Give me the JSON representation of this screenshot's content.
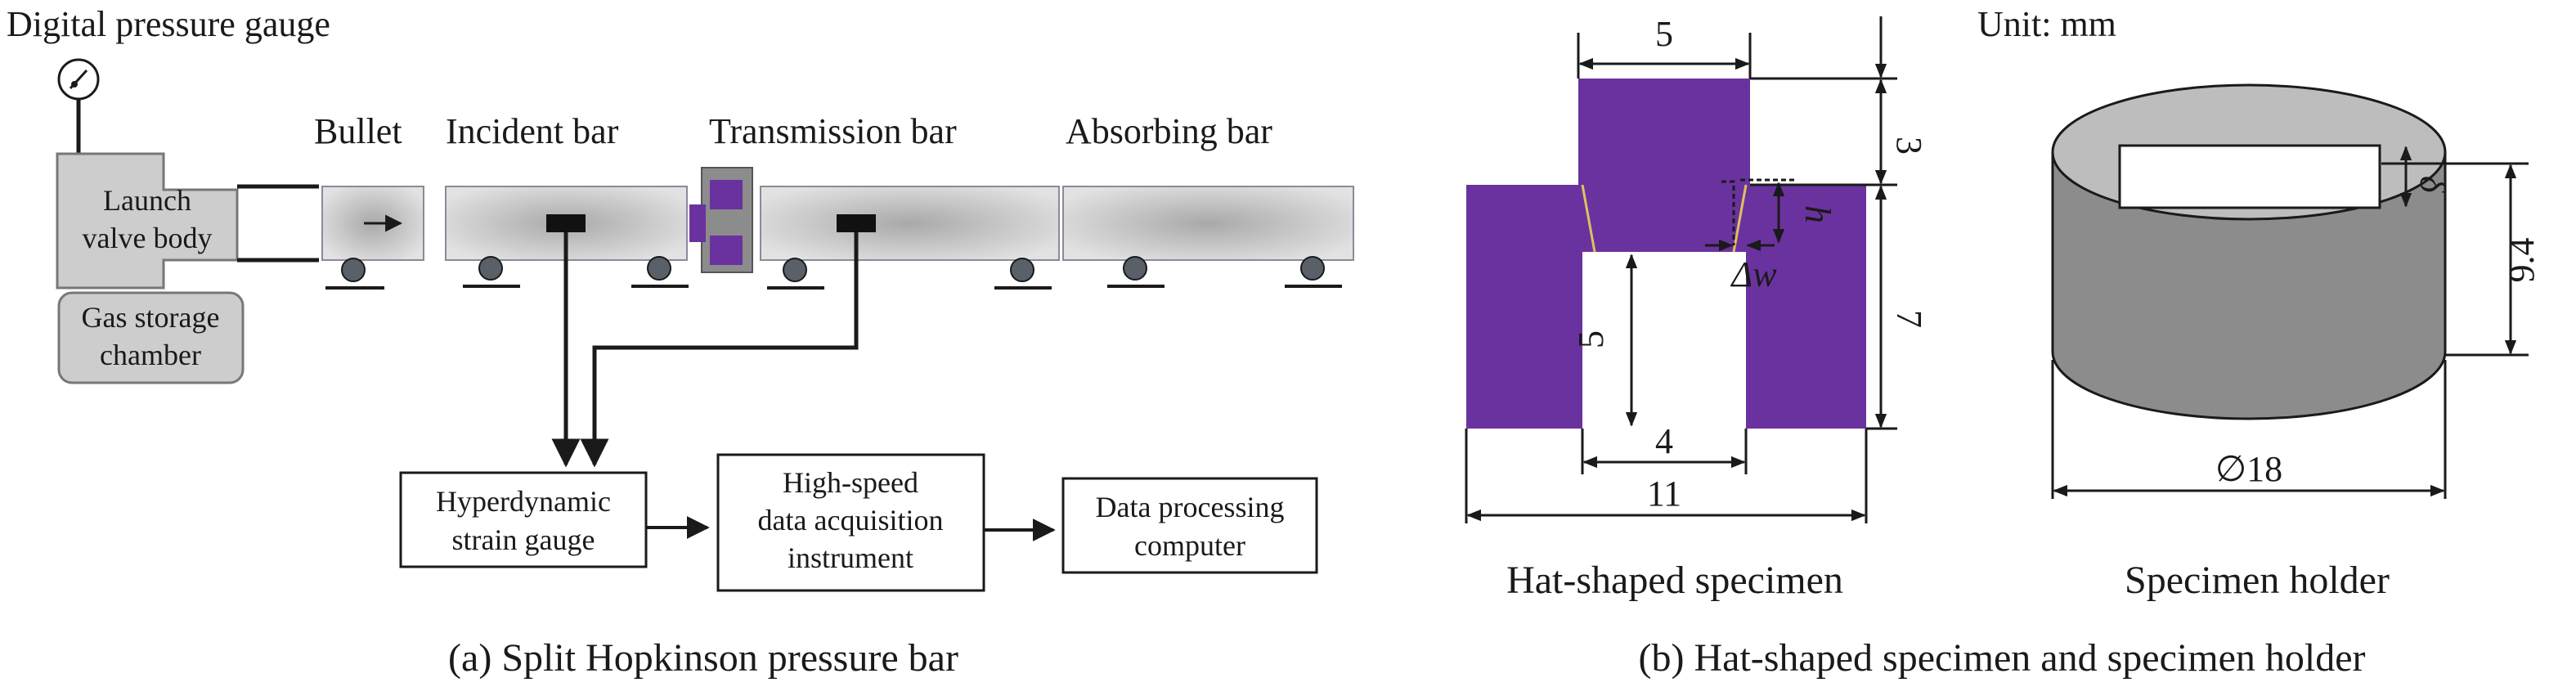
{
  "colors": {
    "specimen": "#6a329f",
    "bar_fill": "#d0d0d0",
    "bar_center": "#a9a9a9",
    "holder": "#8c8c8c",
    "holder_top": "#bdbdbd",
    "line": "#1a1a1a",
    "shear_zone": "#e0c060"
  },
  "shpb": {
    "title": "Digital pressure gauge",
    "launch_valve": [
      "Launch",
      "valve body"
    ],
    "gas_chamber": [
      "Gas storage",
      "chamber"
    ],
    "bullet": "Bullet",
    "incident_bar": "Incident bar",
    "transmission_bar": "Transmission bar",
    "absorbing_bar": "Absorbing bar",
    "strain_gauge_box": [
      "Hyperdynamic",
      "strain gauge"
    ],
    "acquisition_box": [
      "High-speed",
      "data acquisition",
      "instrument"
    ],
    "computer_box": [
      "Data processing",
      "computer"
    ],
    "caption": "(a) Split Hopkinson pressure bar"
  },
  "specimen": {
    "unit": "Unit: mm",
    "dims": {
      "top_width": "5",
      "top_height": "3",
      "bottom_height": "7",
      "inner_height": "5",
      "inner_width": "4",
      "total_width": "11",
      "h": "h",
      "dw": "Δw"
    },
    "label": "Hat-shaped specimen"
  },
  "holder": {
    "dims": {
      "delta": "δ",
      "height": "9.4",
      "diameter": "∅18"
    },
    "label": "Specimen holder",
    "caption": "(b) Hat-shaped specimen and specimen holder"
  }
}
